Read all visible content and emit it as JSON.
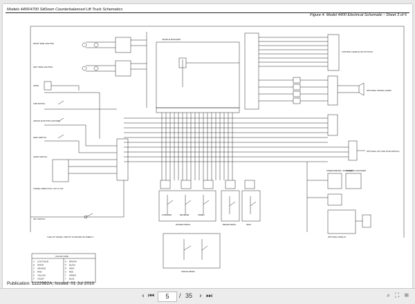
{
  "document": {
    "header_left": "Models 4400/4700 SitDown Counterbalanced Lift Truck Schematics",
    "header_right": "Figure 4. Model 4400 Electrical Schematic - Sheet 3 of 6",
    "publication": "Publication: 1122982A, Issued: 01 Jul 2010"
  },
  "schematic": {
    "left_labels": [
      "RIGHT SIDE LIGHTING",
      "LEFT SIDE LIGHTING",
      "HORN",
      "FSB SWITCH",
      "CROSS FUNCTION (NUTRAL)",
      "SEAT SWITCH",
      "HORN SWITCH",
      "TRAVEL DIRECTION / LIFT & TILT",
      "KEY SWITCH"
    ],
    "top_label": "VEHICLE MANAGER",
    "right_labels": [
      "CONTROL HANDLE OR JOYSTICK",
      "OPTIONAL TRAVEL ALARM",
      "OPTIONAL LIFT AND PUSH SWITCH",
      "SPEEDOMETER / MANAGER",
      "STEERING ENCODER",
      "OPTIONAL DISPLAY"
    ],
    "pedal_labels": [
      "FORWARD",
      "REVERSE",
      "SPEED"
    ],
    "box_labels": [
      "DOUBLE PEDAL",
      "SINGLE PEDAL",
      "BRAKE PEDAL",
      "SEAT"
    ],
    "note": "THE LIFT SIGNAL CIRCUIT IS SHOWN ON SHEET 2",
    "color_code_title": "COLOR CODE",
    "color_codes": [
      [
        "A",
        "LIGHT BLUE",
        "N",
        "BROWN"
      ],
      [
        "B",
        "WHITE",
        "P",
        "BLACK"
      ],
      [
        "C",
        "ORANGE",
        "R",
        "GREY"
      ],
      [
        "D",
        "PINK",
        "S",
        "RED"
      ],
      [
        "E",
        "YELLOW",
        "T",
        "GREEN"
      ],
      [
        "F",
        "VIOLET",
        "Y",
        "BLUE"
      ]
    ]
  },
  "viewer": {
    "current_page": "5",
    "separator": "/",
    "total_pages": "35",
    "first_icon": "first-page-icon",
    "prev_icon": "previous-page-icon",
    "next_icon": "next-page-icon",
    "last_icon": "last-page-icon",
    "zoom_icon": "zoom-icon",
    "fullscreen_icon": "fullscreen-icon",
    "menu_icon": "menu-icon"
  }
}
